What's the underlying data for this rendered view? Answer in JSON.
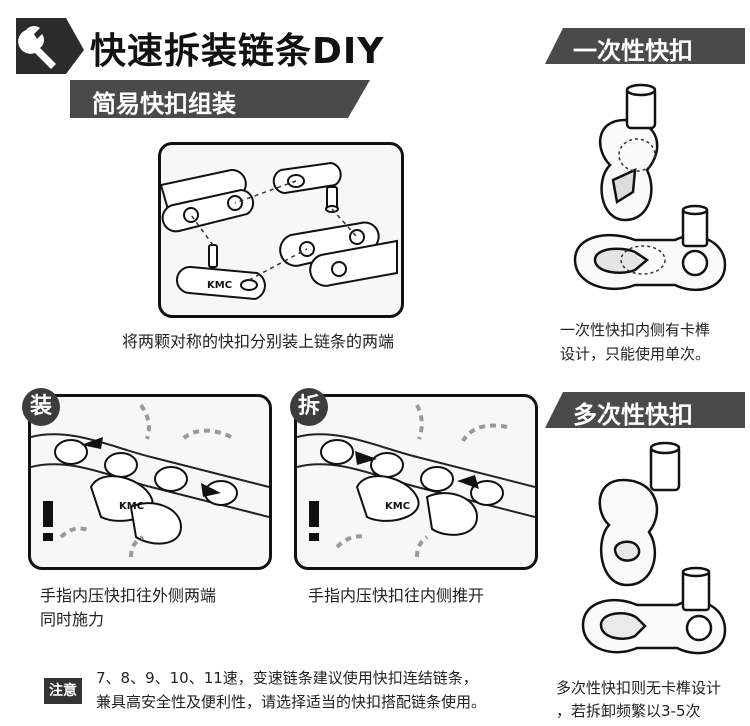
{
  "header": {
    "title": "快速拆装链条DIY",
    "subtitle": "简易快扣组装"
  },
  "right_panel": {
    "one_time": {
      "title": "一次性快扣",
      "caption_line1": "一次性快扣内侧有卡榫",
      "caption_line2": "设计，只能使用单次。"
    },
    "multi_time": {
      "title": "多次性快扣",
      "caption_line1": "多次性快扣则无卡榫设计",
      "caption_line2": "，若拆卸频繁以3-5次"
    }
  },
  "main_diagram": {
    "plate_brand": "KMC",
    "caption": "将两颗对称的快扣分别装上链条的两端"
  },
  "install_panel": {
    "badge": "装",
    "plate_brand": "KMC",
    "caption_line1": "手指内压快扣往外侧两端",
    "caption_line2": "同时施力"
  },
  "remove_panel": {
    "badge": "拆",
    "plate_brand": "KMC",
    "caption": "手指内压快扣往内侧推开"
  },
  "note": {
    "tag": "注意",
    "line1": "7、8、9、10、11速，变速链条建议使用快扣连结链条，",
    "line2": "兼具高安全性及便利性，请选择适当的快扣搭配链条使用。"
  }
}
